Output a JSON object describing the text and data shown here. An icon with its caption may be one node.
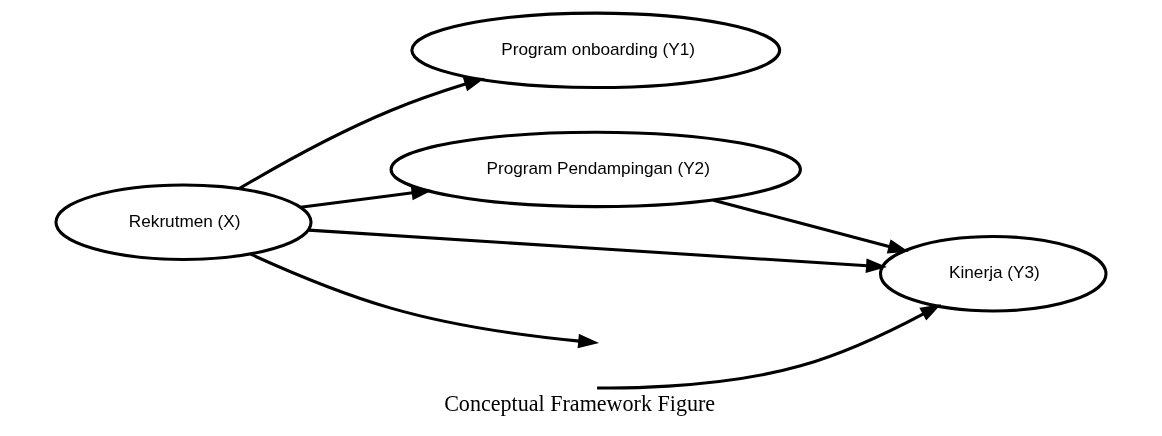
{
  "diagram": {
    "caption": "Conceptual Framework Figure",
    "nodes": [
      {
        "text": [
          "Rekrutmen (X)"
        ]
      },
      {
        "text": [
          "Program onboarding (Y1)"
        ]
      },
      {
        "text": [
          "Program Pendampingan (Y2)"
        ]
      },
      {
        "text": [
          "Kinerja (Y3)"
        ]
      }
    ],
    "edges": [
      {
        "from": 0,
        "to": null,
        "arrow": "to"
      },
      {
        "from": null,
        "to": 3,
        "arrow": "to"
      },
      {
        "from": 0,
        "to": 1,
        "arrow": "to"
      },
      {
        "from": 0,
        "to": 2,
        "arrow": "to"
      },
      {
        "from": 2,
        "to": 3,
        "arrow": "to"
      },
      {
        "from": 0,
        "to": 3,
        "arrow": "to"
      }
    ]
  }
}
